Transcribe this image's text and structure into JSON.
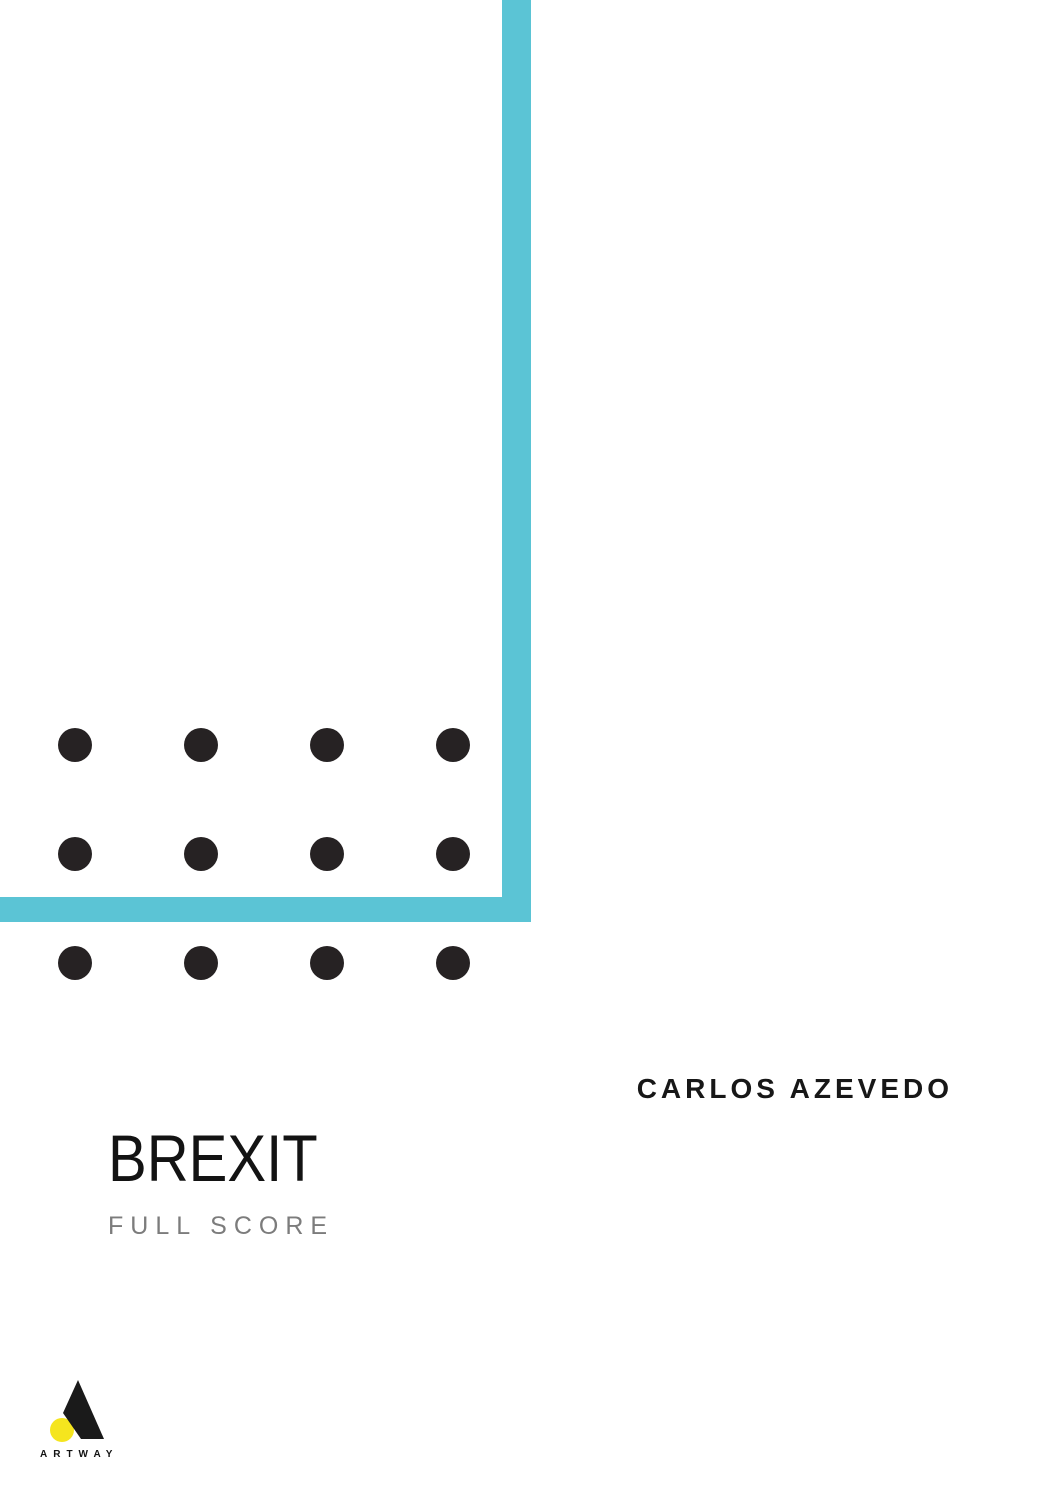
{
  "page": {
    "composer": "CARLOS AZEVEDO",
    "title": "BREXIT",
    "subtitle": "FULL SCORE",
    "publisher": "ARTWAY"
  },
  "colors": {
    "accent_teal": "#5bc4d5",
    "dot_black": "#262223",
    "subtitle_gray": "#7c7c7c",
    "logo_yellow": "#f5e51e",
    "logo_black": "#1a1a1a"
  },
  "decor": {
    "dots_rows": 3,
    "dots_cols": 4
  }
}
